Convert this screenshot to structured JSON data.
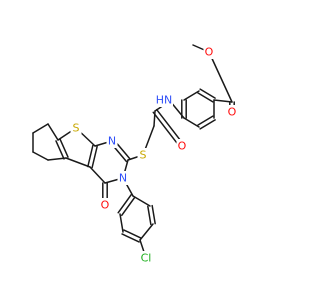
{
  "molecule": {
    "atoms": [
      {
        "id": "O1",
        "label": "O",
        "color": "#ff0d0d"
      },
      {
        "id": "O2",
        "label": "O",
        "color": "#ff0d0d"
      },
      {
        "id": "N1",
        "label": "HN",
        "color": "#3050f8"
      },
      {
        "id": "O3",
        "label": "O",
        "color": "#ff0d0d"
      },
      {
        "id": "S1",
        "label": "S",
        "color": "#c8a800"
      },
      {
        "id": "S2",
        "label": "S",
        "color": "#c8a800"
      },
      {
        "id": "N2",
        "label": "N",
        "color": "#3050f8"
      },
      {
        "id": "N3",
        "label": "N",
        "color": "#3050f8"
      },
      {
        "id": "O4",
        "label": "O",
        "color": "#ff0d0d"
      },
      {
        "id": "Cl1",
        "label": "Cl",
        "color": "#1fb01f"
      }
    ],
    "bond_color": "#1a1a1a"
  }
}
